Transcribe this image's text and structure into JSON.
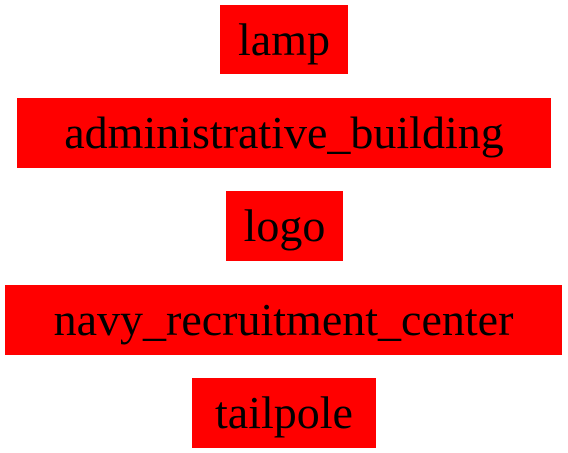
{
  "colors": {
    "background": "#ffffff",
    "label_background": "#ff0000",
    "label_text": "#000000"
  },
  "labels": [
    "lamp",
    "administrative_building",
    "logo",
    "navy_recruitment_center",
    "tailpole"
  ]
}
